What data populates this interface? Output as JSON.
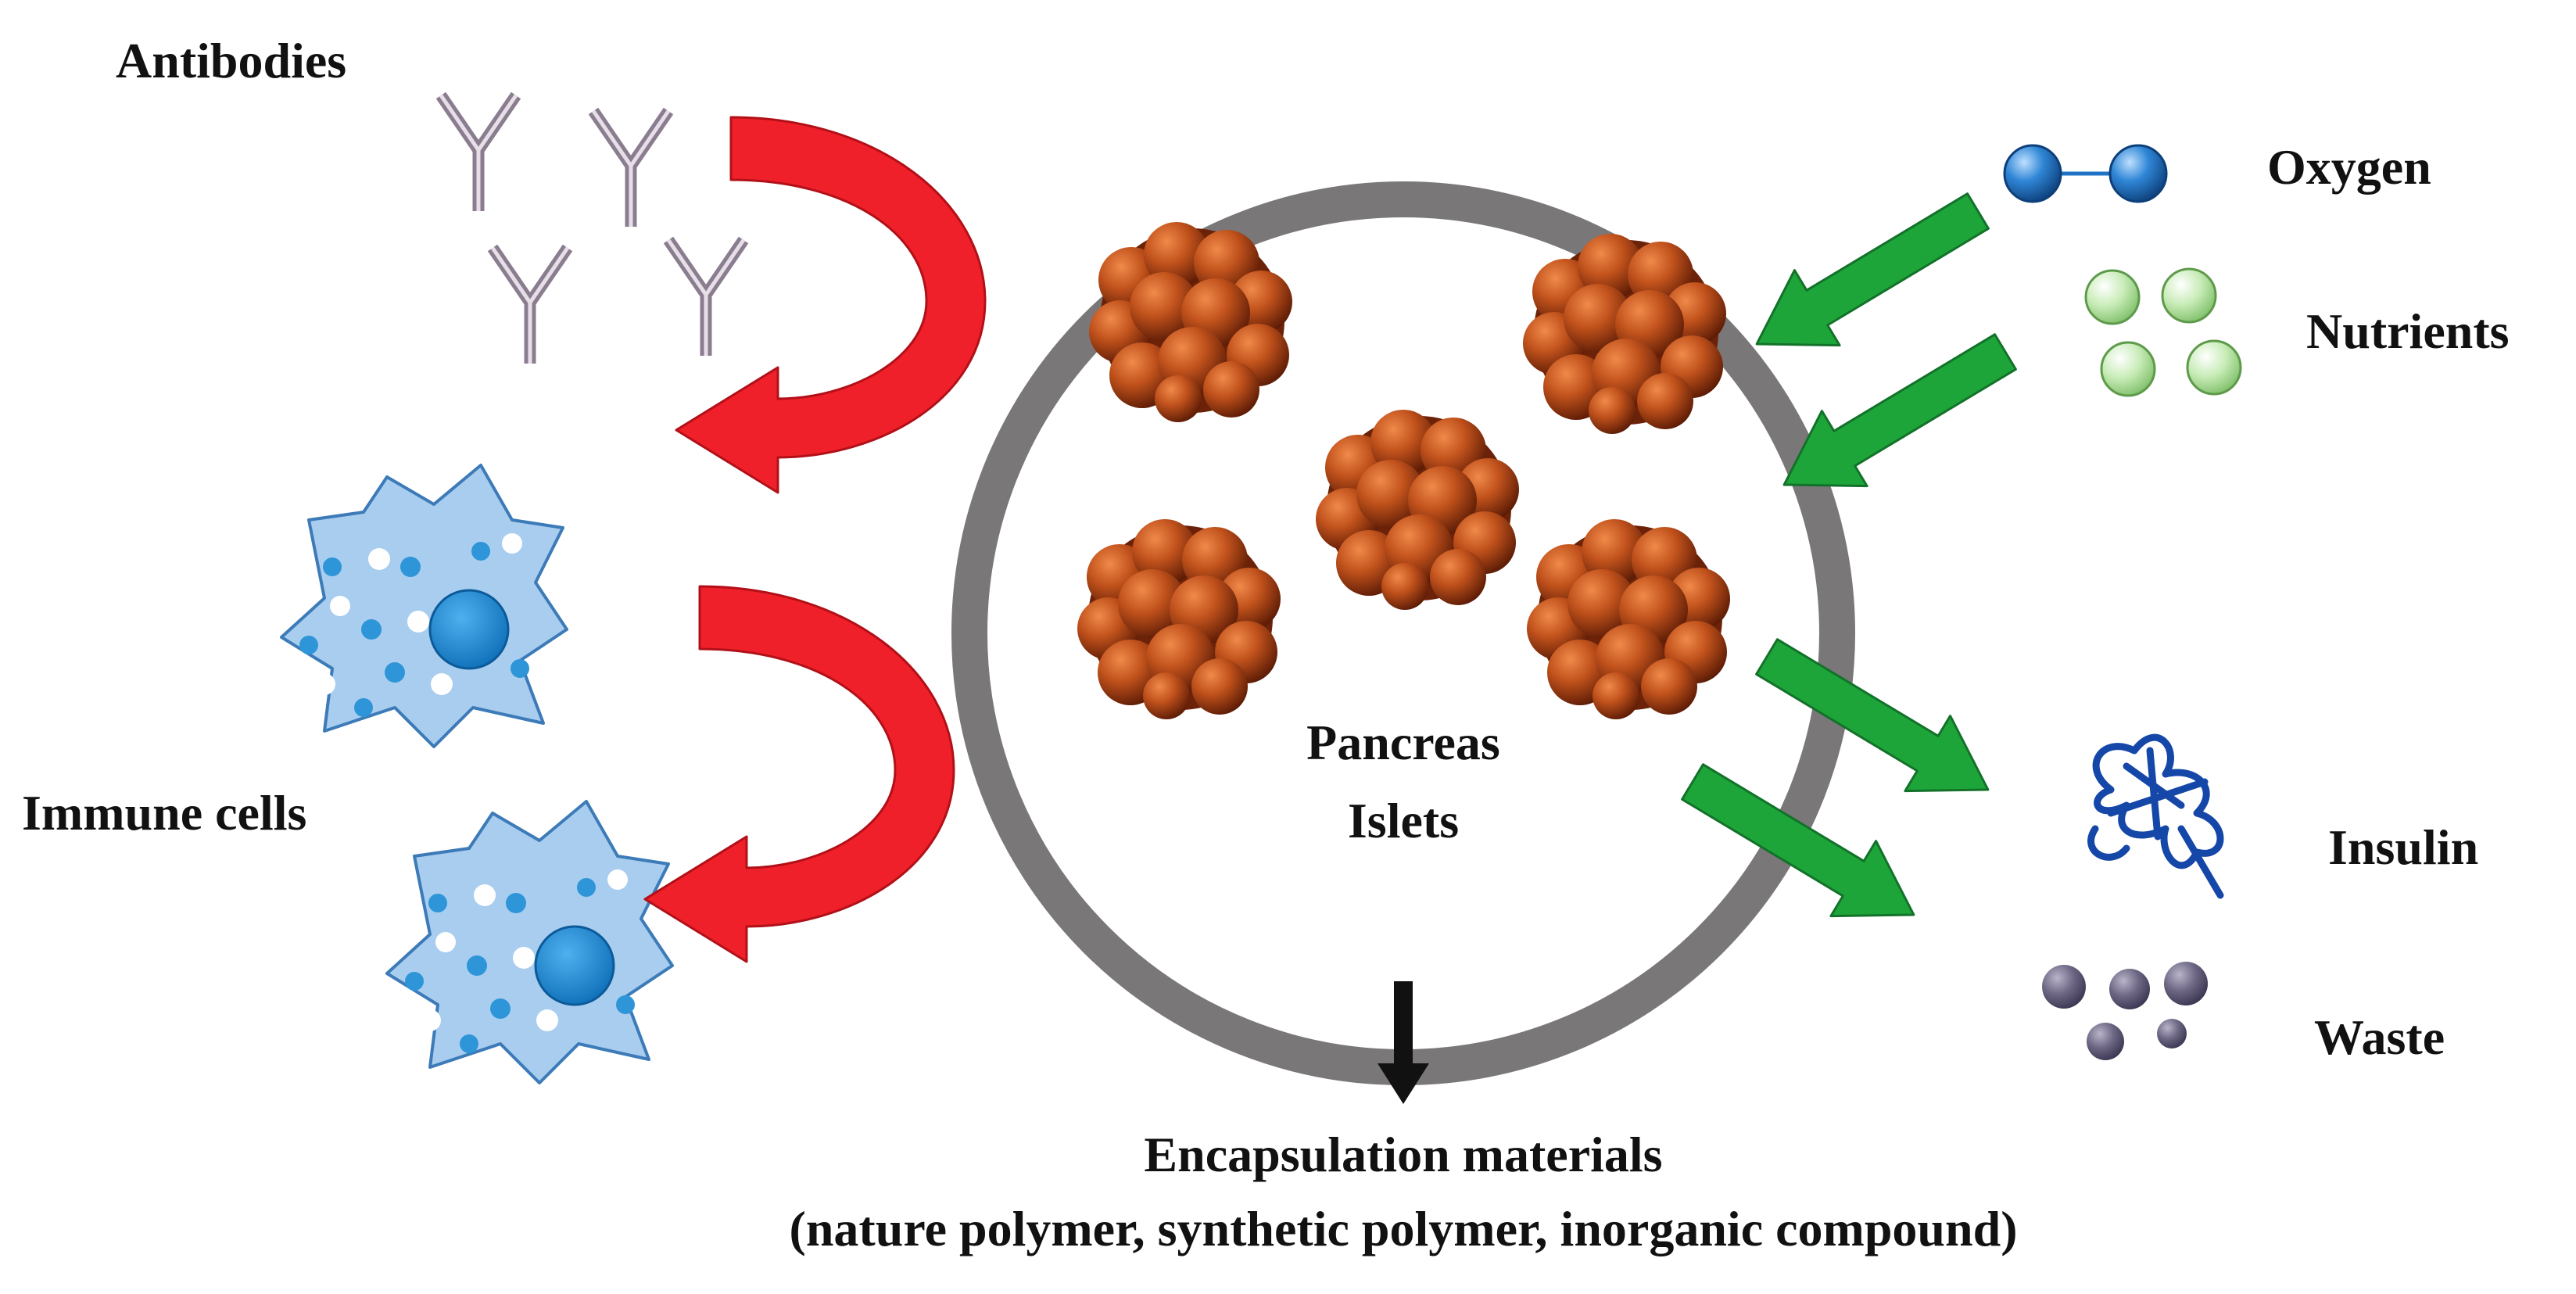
{
  "labels": {
    "antibodies": "Antibodies",
    "immune_cells": "Immune cells",
    "oxygen": "Oxygen",
    "nutrients": "Nutrients",
    "insulin": "Insulin",
    "waste": "Waste",
    "pancreas_line1": "Pancreas",
    "pancreas_line2": "Islets",
    "encapsulation_title": "Encapsulation materials",
    "encapsulation_detail": "(nature polymer, synthetic polymer, inorganic compound)"
  },
  "icons": {
    "antibody": "antibody-icon",
    "immune_cell": "immune-cell-icon",
    "oxygen_molecule": "oxygen-molecule-icon",
    "nutrient": "nutrient-icon",
    "insulin": "insulin-icon",
    "waste": "waste-icon",
    "islet": "islet-cluster-icon"
  },
  "colors": {
    "capsule_ring": "#7a7778",
    "blocked_arrow": "#f0202a",
    "pass_arrow": "#1ea53a",
    "islet": "#b8440f",
    "oxygen": "#1f73c4",
    "nutrient": "#b7e6a4",
    "immune_cell": "#a8cdef",
    "insulin": "#1547a8",
    "waste": "#6b6680"
  }
}
